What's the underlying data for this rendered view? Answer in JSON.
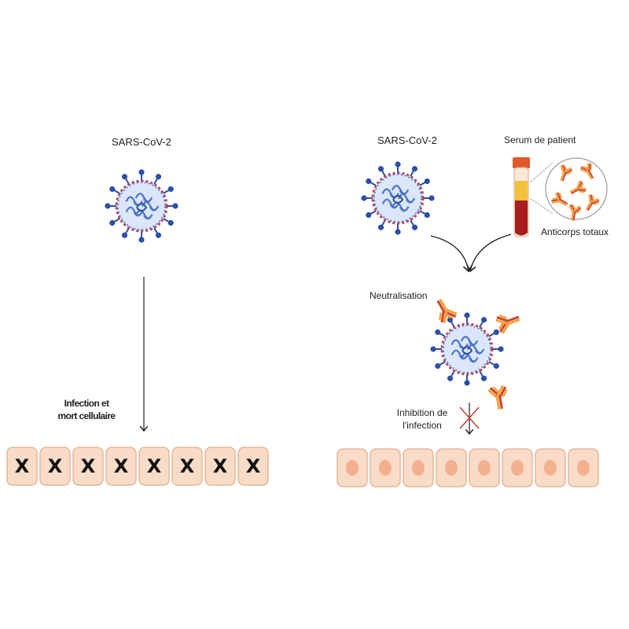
{
  "left": {
    "virus_label": "SARS-CoV-2",
    "process_label_line1": "Infection et",
    "process_label_line2": "mort cellulaire",
    "cell_count": 8,
    "cell_mark": "X"
  },
  "right": {
    "virus_label": "SARS-CoV-2",
    "serum_label": "Serum de patient",
    "antibodies_label": "Anticorps totaux",
    "neutralisation_label": "Neutralisation",
    "inhibition_label_line1": "Inhibition de",
    "inhibition_label_line2": "l'infection",
    "cell_count": 8
  },
  "colors": {
    "virus_body": "#4a74c9",
    "virus_spike": "#2e4fa3",
    "virus_membrane": "#b2485a",
    "cell_fill": "#f9dcc7",
    "cell_stroke": "#e6b79a",
    "nucleus": "#f3b08f",
    "antibody_orange": "#f0a23a",
    "antibody_red": "#d0452f",
    "tube_red": "#a81d1d",
    "tube_cap": "#e2592b",
    "tube_plasma": "#f2c23c",
    "cross": "#c0392b"
  }
}
